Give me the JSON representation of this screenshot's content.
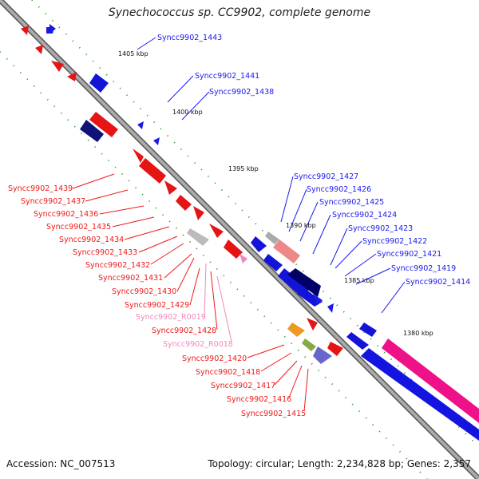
{
  "header": {
    "title": "Synechococcus sp. CC9902, complete genome"
  },
  "footer": {
    "accession": "Accession: NC_007513",
    "summary": "Topology: circular; Length: 2,234,828 bp; Genes: 2,357"
  },
  "scale": [
    "1405 kbp",
    "1400 kbp",
    "1395 kbp",
    "1390 kbp",
    "1385 kbp",
    "1380 kbp"
  ],
  "genes_upper": [
    "Syncc9902_1443",
    "Syncc9902_1441",
    "Syncc9902_1438",
    "Syncc9902_1427",
    "Syncc9902_1426",
    "Syncc9902_1425",
    "Syncc9902_1424",
    "Syncc9902_1423",
    "Syncc9902_1422",
    "Syncc9902_1421",
    "Syncc9902_1419",
    "Syncc9902_1414"
  ],
  "genes_lower": [
    "Syncc9902_1439",
    "Syncc9902_1437",
    "Syncc9902_1436",
    "Syncc9902_1435",
    "Syncc9902_1434",
    "Syncc9902_1433",
    "Syncc9902_1432",
    "Syncc9902_1431",
    "Syncc9902_1430",
    "Syncc9902_1429",
    "Syncc9902_R0019",
    "Syncc9902_1428",
    "Syncc9902_R0018",
    "Syncc9902_1420",
    "Syncc9902_1418",
    "Syncc9902_1417",
    "Syncc9902_1416",
    "Syncc9902_1415"
  ],
  "colors": {
    "forward": "#ee1111",
    "reverse": "#1111ee",
    "rna": "#ee88bb",
    "backbone": "#888888"
  }
}
